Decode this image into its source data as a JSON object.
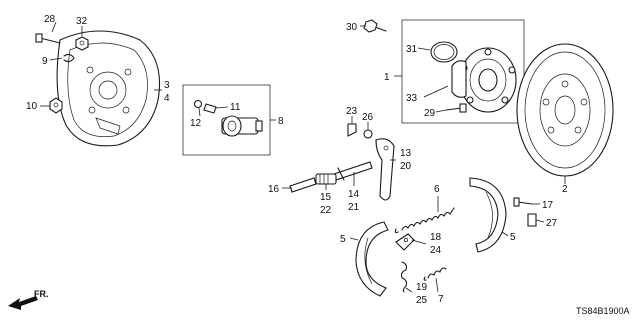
{
  "diagram": {
    "diagram_code": "TS84B1900A",
    "direction_label": "FR.",
    "callouts": {
      "c28": "28",
      "c32": "32",
      "c9": "9",
      "c10": "10",
      "c3": "3",
      "c4": "4",
      "c11": "11",
      "c12": "12",
      "c8": "8",
      "c30": "30",
      "c31": "31",
      "c1": "1",
      "c33": "33",
      "c29": "29",
      "c2": "2",
      "c23": "23",
      "c26": "26",
      "c13": "13",
      "c20": "20",
      "c14": "14",
      "c21": "21",
      "c16": "16",
      "c15": "15",
      "c22": "22",
      "c6": "6",
      "c5a": "5",
      "c5b": "5",
      "c18": "18",
      "c24": "24",
      "c19": "19",
      "c25": "25",
      "c7": "7",
      "c17": "17",
      "c27": "27"
    }
  }
}
